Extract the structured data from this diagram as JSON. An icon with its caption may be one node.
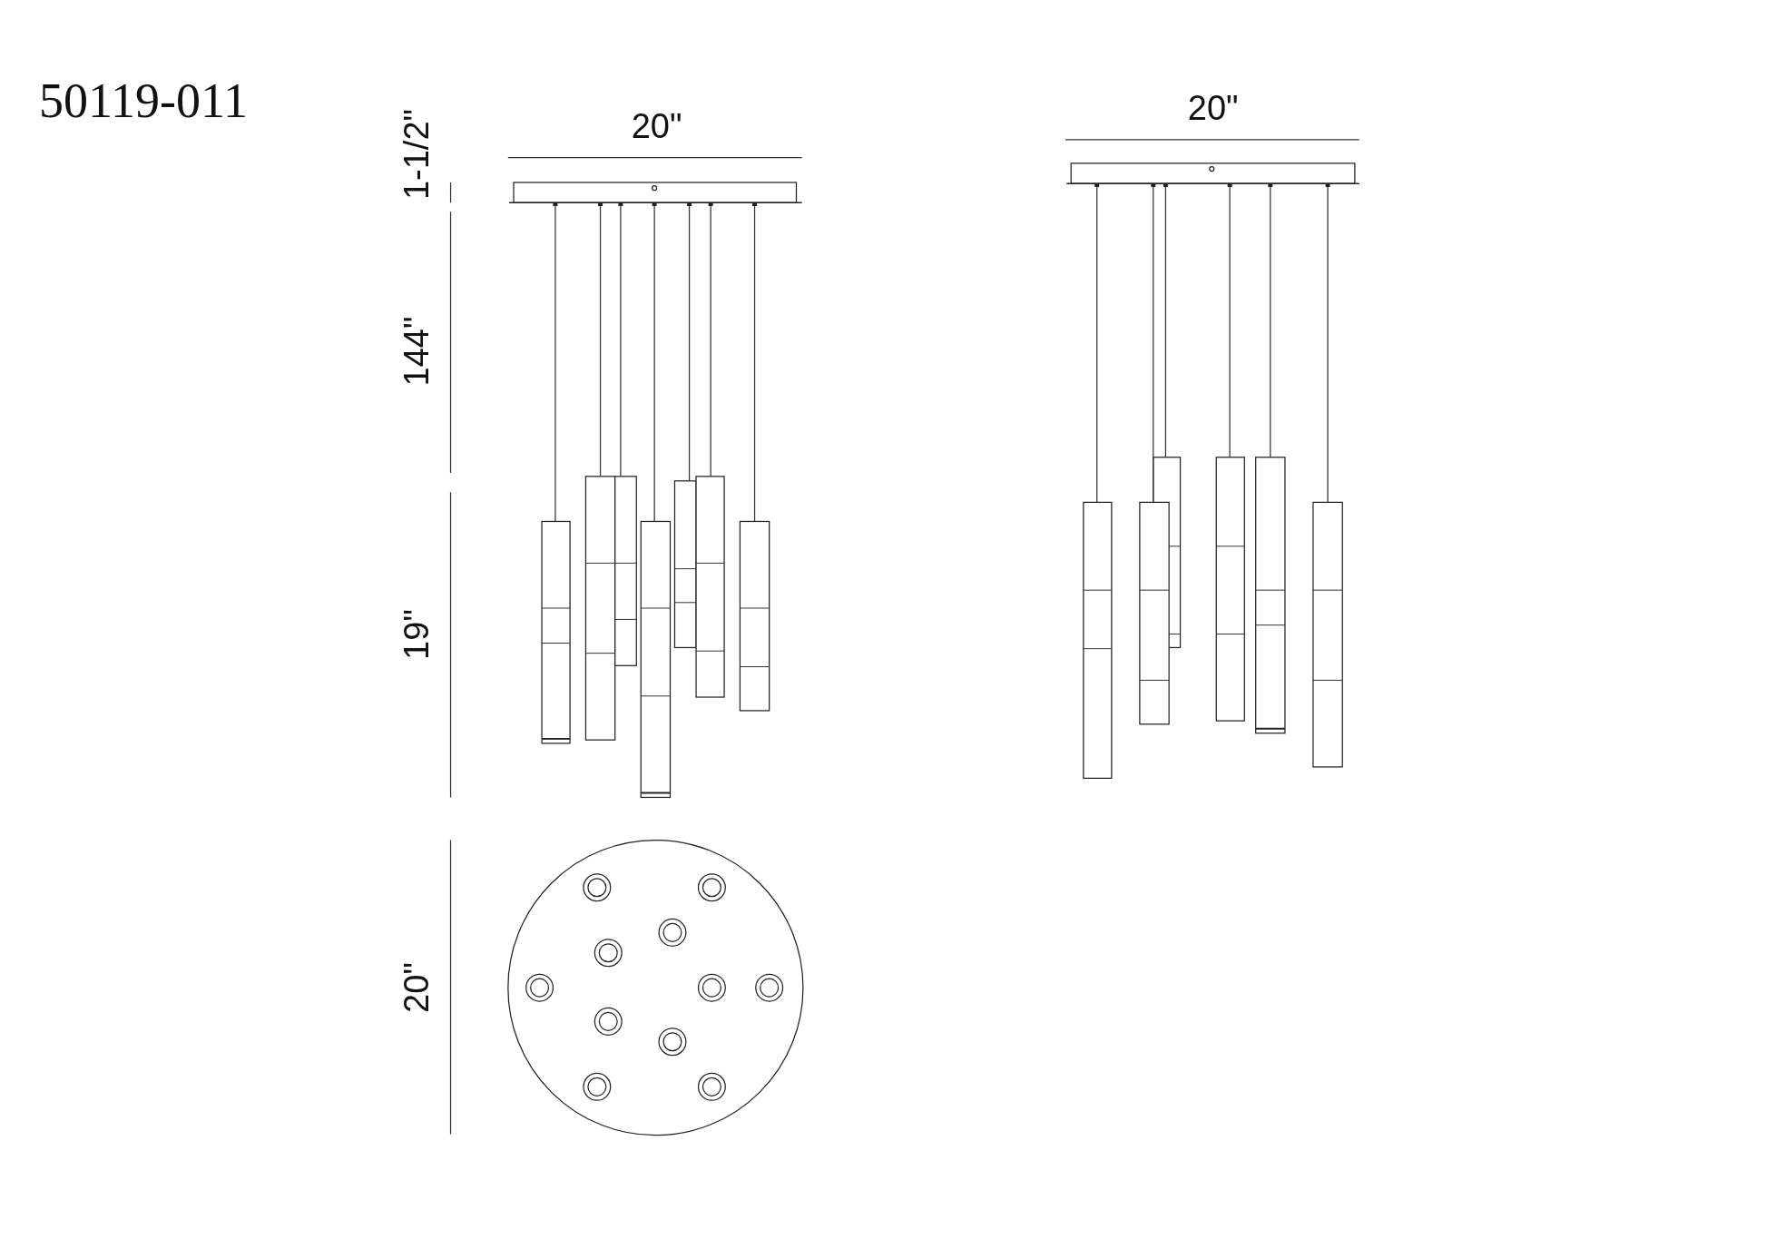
{
  "diagram": {
    "title": "50119-011",
    "labels": [
      "1-1/2\"",
      "20\"",
      "20\"",
      "144\"",
      "19\"",
      "20\""
    ]
  }
}
